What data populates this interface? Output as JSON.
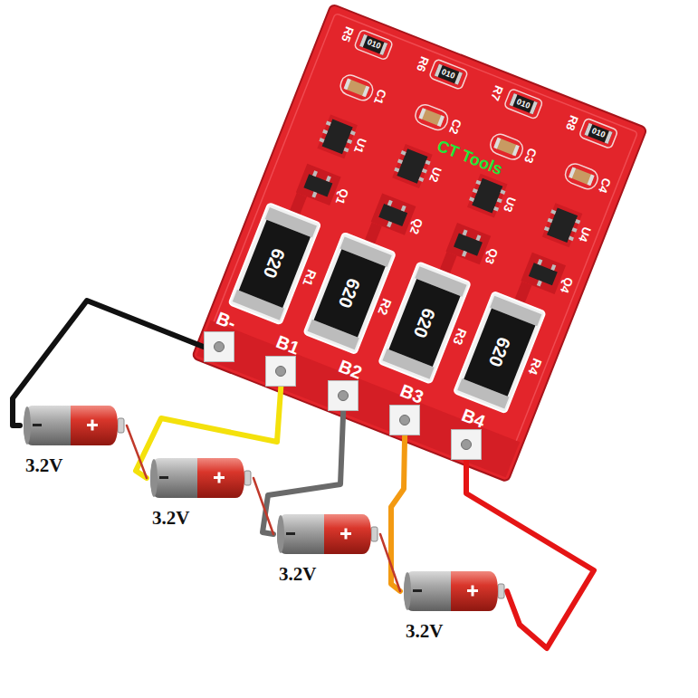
{
  "diagram": {
    "nodes": [
      {
        "text": [
          "B-"
        ]
      },
      {
        "text": [
          "B1"
        ]
      },
      {
        "text": [
          "B2"
        ]
      },
      {
        "text": [
          "B3"
        ]
      },
      {
        "text": [
          "B4"
        ]
      },
      {
        "text": [
          "3.2V"
        ]
      },
      {
        "text": [
          "3.2V"
        ]
      },
      {
        "text": [
          "3.2V"
        ]
      },
      {
        "text": [
          "3.2V"
        ]
      }
    ],
    "edges": [
      {
        "from": 0,
        "to": 5,
        "arrow": "none"
      },
      {
        "from": 1,
        "to": 6,
        "arrow": "none"
      },
      {
        "from": 2,
        "to": 7,
        "arrow": "none"
      },
      {
        "from": 3,
        "to": 8,
        "arrow": "none"
      },
      {
        "from": 4,
        "to": 8,
        "arrow": "none"
      },
      {
        "from": 5,
        "to": 6,
        "arrow": "none"
      },
      {
        "from": 6,
        "to": 7,
        "arrow": "none"
      },
      {
        "from": 7,
        "to": 8,
        "arrow": "none"
      }
    ],
    "labels": [
      "CT Tools",
      "R5",
      "R6",
      "R7",
      "R8",
      "C1",
      "C2",
      "C3",
      "C4",
      "U1",
      "U2",
      "U3",
      "U4",
      "Q1",
      "Q2",
      "Q3",
      "Q4",
      "R1",
      "R2",
      "R3",
      "R4",
      "620",
      "620",
      "620",
      "620",
      "010",
      "010",
      "010",
      "010"
    ]
  }
}
